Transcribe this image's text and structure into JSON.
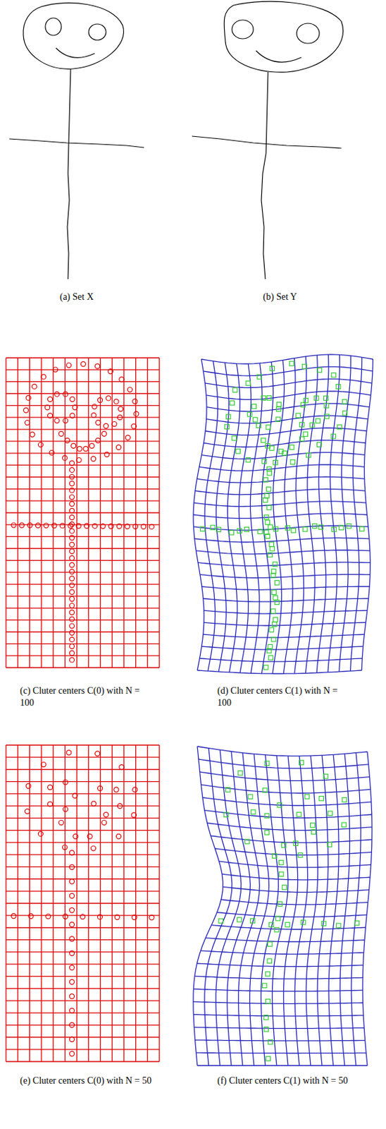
{
  "diagram": {
    "labels": [
      "(a) Set X",
      "(b) Set Y",
      "(c) Cluter centers C(0) with N = 100",
      "(d) Cluter centers C(1) with N = 100",
      "(e) Cluter centers C(0) with N = 50",
      "(f) Cluter centers C(1) with N = 50"
    ]
  }
}
